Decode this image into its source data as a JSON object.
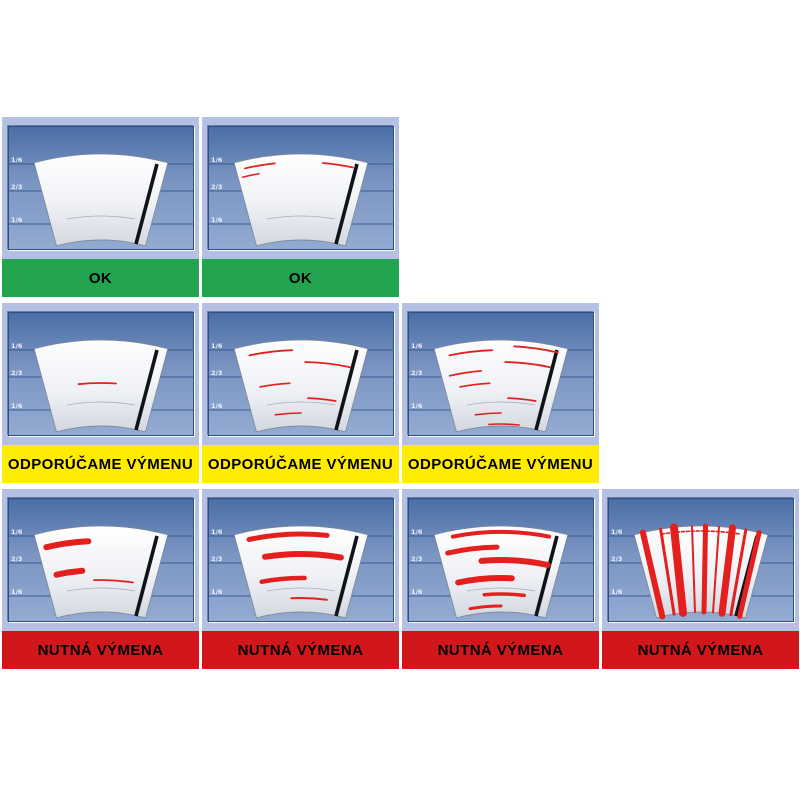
{
  "zones": [
    "1/6",
    "2/3",
    "1/6"
  ],
  "statuses": {
    "ok": {
      "label": "OK",
      "color": "#22a54e"
    },
    "recommend": {
      "label": "ODPORÚČAME VÝMENU",
      "color": "#ffec00"
    },
    "required": {
      "label": "NUTNÁ VÝMENA",
      "color": "#d2171a"
    }
  },
  "colors": {
    "cell_background": "#b5c1e4",
    "panel_blue_top": "#4a6ea6",
    "panel_blue_bottom": "#93abd2",
    "fan_silver": "#f2f3f6",
    "wiper_blade": "#101318",
    "streak_red": "#e3201d",
    "label_text": "#000000"
  },
  "cells": [
    {
      "row": 1,
      "status": "ok",
      "wear": "clean"
    },
    {
      "row": 1,
      "status": "ok",
      "wear": "light-top-marks"
    },
    {
      "row": 2,
      "status": "recommend",
      "wear": "single-streak"
    },
    {
      "row": 2,
      "status": "recommend",
      "wear": "few-streaks"
    },
    {
      "row": 2,
      "status": "recommend",
      "wear": "many-streaks"
    },
    {
      "row": 3,
      "status": "required",
      "wear": "smears"
    },
    {
      "row": 3,
      "status": "required",
      "wear": "heavy-streaks"
    },
    {
      "row": 3,
      "status": "required",
      "wear": "dense-streaks"
    },
    {
      "row": 3,
      "status": "required",
      "wear": "full-radial-smear"
    }
  ]
}
